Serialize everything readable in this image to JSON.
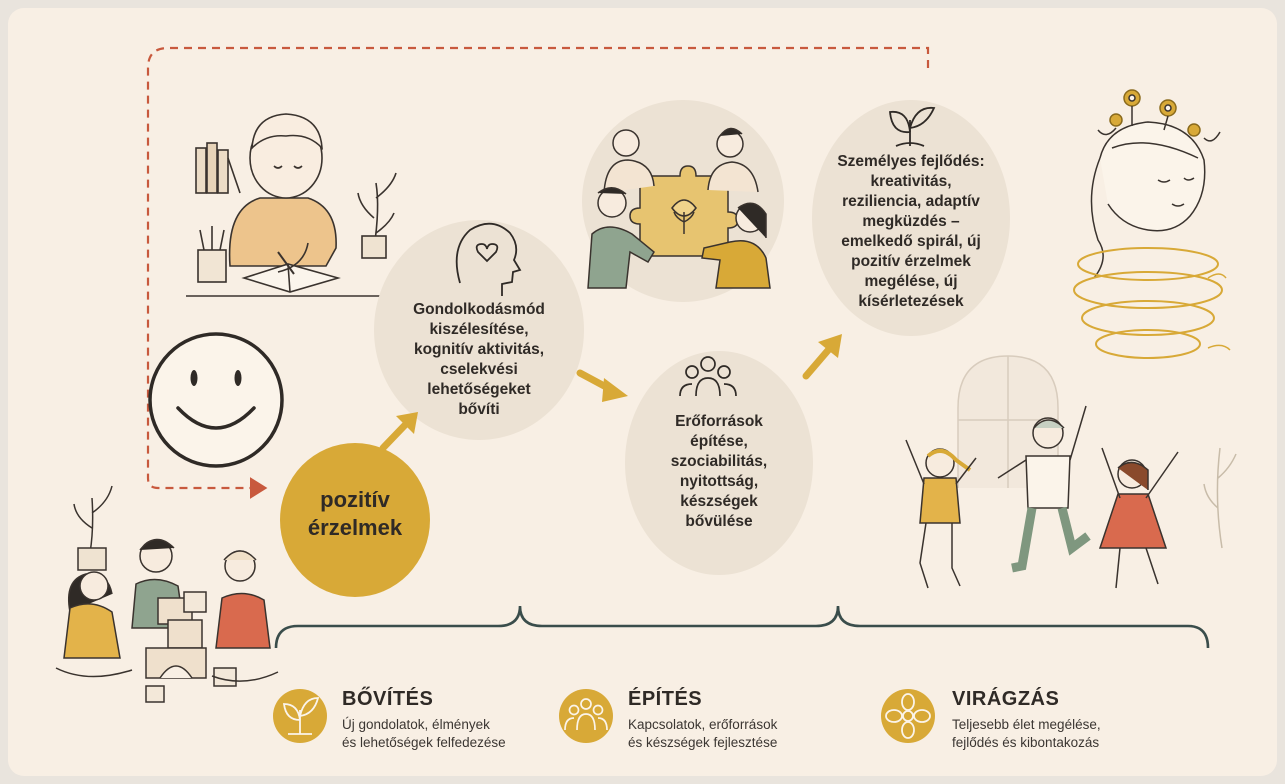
{
  "colors": {
    "background": "#f8efe4",
    "bubble": "#ece2d4",
    "accent_gold": "#d8a937",
    "dashed_red": "#c8593d",
    "ink": "#2f2a26"
  },
  "central_emotion": {
    "line1": "pozitív",
    "line2": "érzelmek",
    "icon": "smiley-face-icon"
  },
  "stages": [
    {
      "icon": "head-heart-icon",
      "lines": [
        "Gondolkodásmód",
        "kiszélesítése,",
        "kognitív aktivitás,",
        "cselekvési",
        "lehetőségeket",
        "bővíti"
      ]
    },
    {
      "icon": "people-group-icon",
      "lines": [
        "Erőforrások",
        "építése,",
        "szociabilitás,",
        "nyitottság,",
        "készségek",
        "bővülése"
      ]
    },
    {
      "icon": "sprout-icon",
      "lines": [
        "Személyes fejlődés:",
        "kreativitás,",
        "reziliencia, adaptív",
        "megküzdés –",
        "emelkedő spirál, új",
        "pozitív érzelmek",
        "megélése, új",
        "kísérletezések"
      ]
    }
  ],
  "legend": [
    {
      "icon": "sprout-icon",
      "title": "BŐVÍTÉS",
      "desc_line1": "Új gondolatok, élmények",
      "desc_line2": "és lehetőségek felfedezése"
    },
    {
      "icon": "people-group-icon",
      "title": "ÉPÍTÉS",
      "desc_line1": "Kapcsolatok, erőforrások",
      "desc_line2": "és készségek fejlesztése"
    },
    {
      "icon": "flower-icon",
      "title": "VIRÁGZÁS",
      "desc_line1": "Teljesebb élet megélése,",
      "desc_line2": "fejlődés és kibontakozás"
    }
  ],
  "illustrations": [
    "boy-writing-illustration",
    "children-blocks-illustration",
    "puzzle-team-illustration",
    "woman-flowers-spiral-illustration",
    "children-jumping-illustration"
  ]
}
